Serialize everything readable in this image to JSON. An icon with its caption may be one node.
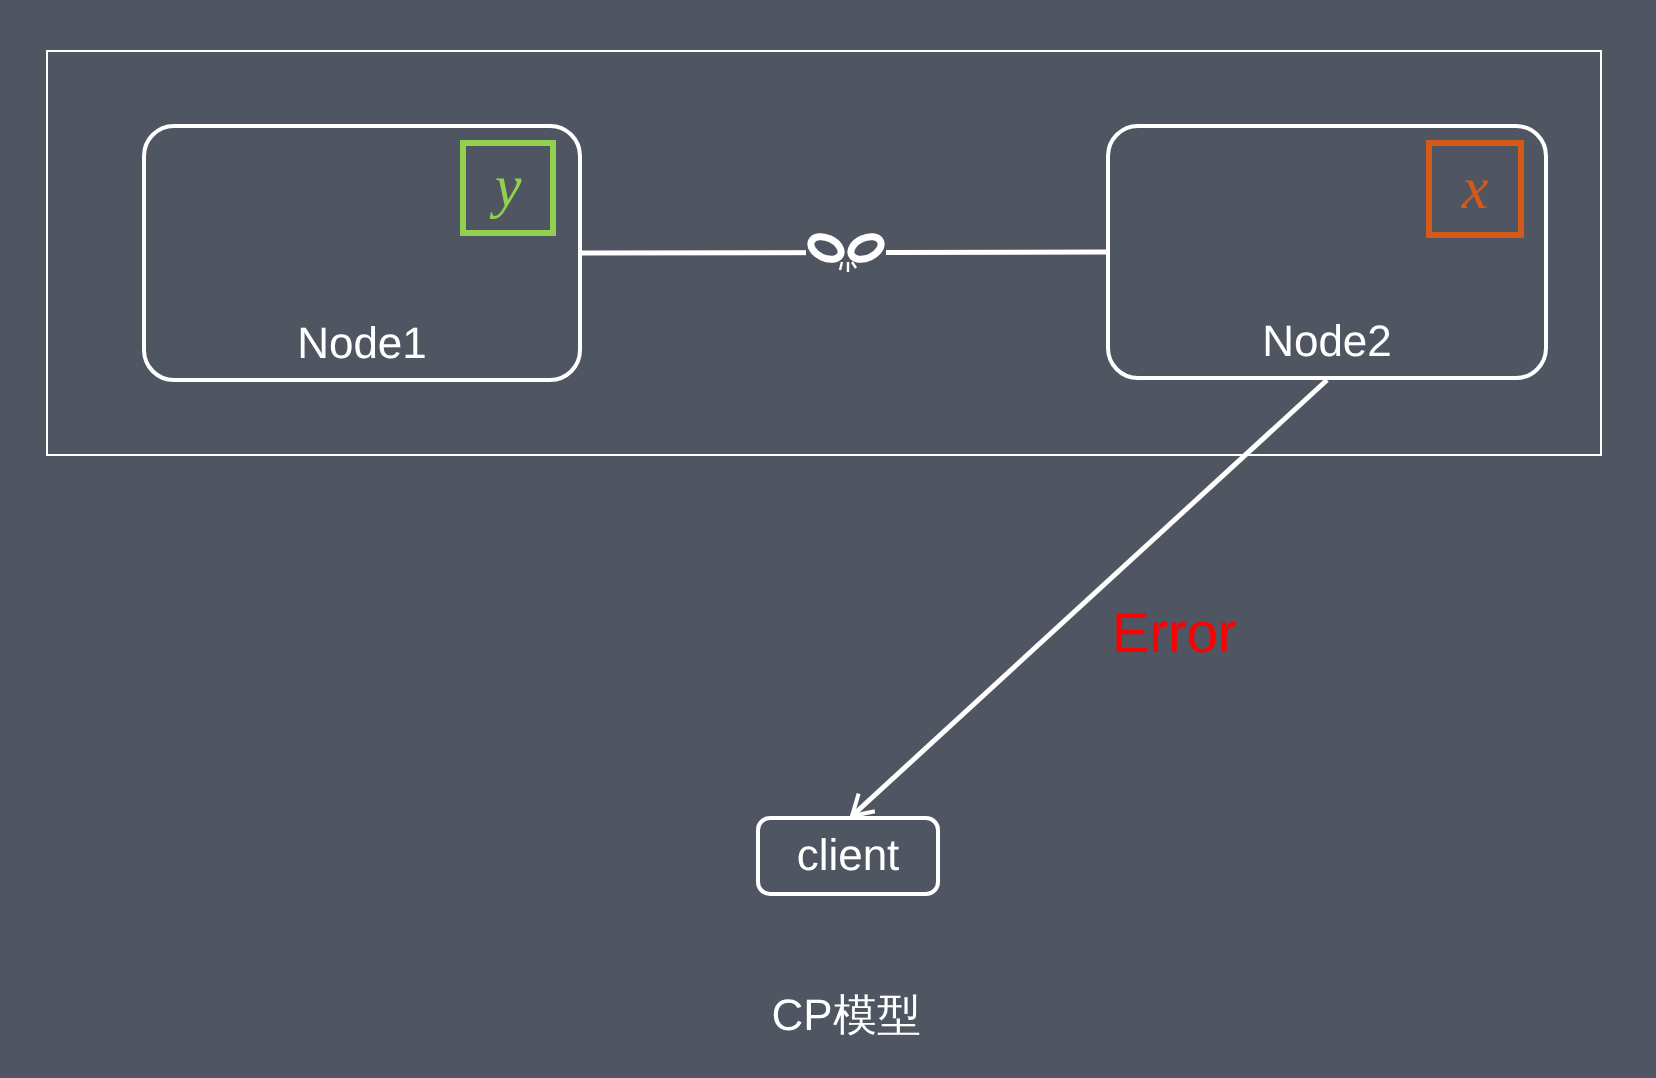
{
  "diagram": {
    "caption": "CP模型",
    "nodes": [
      {
        "text": [],
        "shape": "box"
      },
      {
        "text": [
          "Node1"
        ],
        "in": 0
      },
      {
        "text": [
          "y"
        ],
        "in": 1
      },
      {
        "text": [
          "Node2"
        ],
        "in": 0
      },
      {
        "text": [
          "x"
        ],
        "in": 3
      },
      {
        "text": [
          "client"
        ]
      }
    ],
    "edges": [
      {
        "from": 1,
        "to": 3,
        "arrow": "none"
      },
      {
        "from": 3,
        "to": 5,
        "arrow": "to",
        "label": "Error"
      }
    ]
  }
}
